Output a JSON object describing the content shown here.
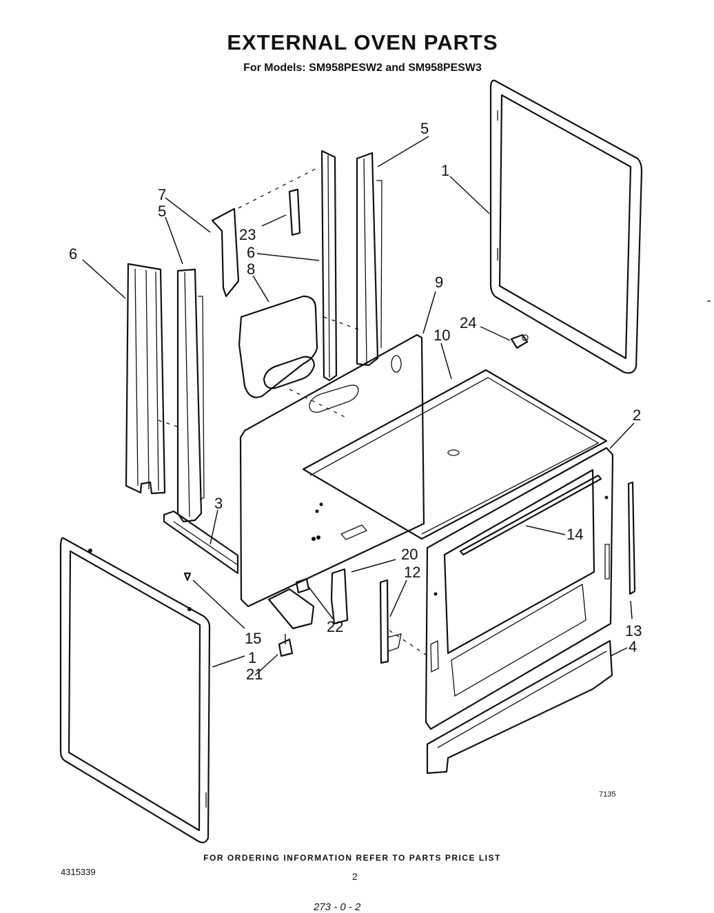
{
  "header": {
    "title": "EXTERNAL OVEN PARTS",
    "subtitle": "For Models: SM958PESW2 and SM958PESW3"
  },
  "callouts": {
    "c1_side_right": "1",
    "c1_side_left": "1",
    "c2": "2",
    "c3": "3",
    "c4": "4",
    "c5_right": "5",
    "c5_left": "5",
    "c6_right": "6",
    "c6_left": "6",
    "c7": "7",
    "c8": "8",
    "c9": "9",
    "c10": "10",
    "c12": "12",
    "c13": "13",
    "c14": "14",
    "c15": "15",
    "c20": "20",
    "c21": "21",
    "c22": "22",
    "c23": "23",
    "c24": "24"
  },
  "footer": {
    "ordering_note": "FOR ORDERING INFORMATION REFER TO PARTS PRICE LIST",
    "document_number": "4315339",
    "page_number": "2",
    "diagram_code": "7135",
    "bottom_mark": "273 - 0 - 2"
  }
}
